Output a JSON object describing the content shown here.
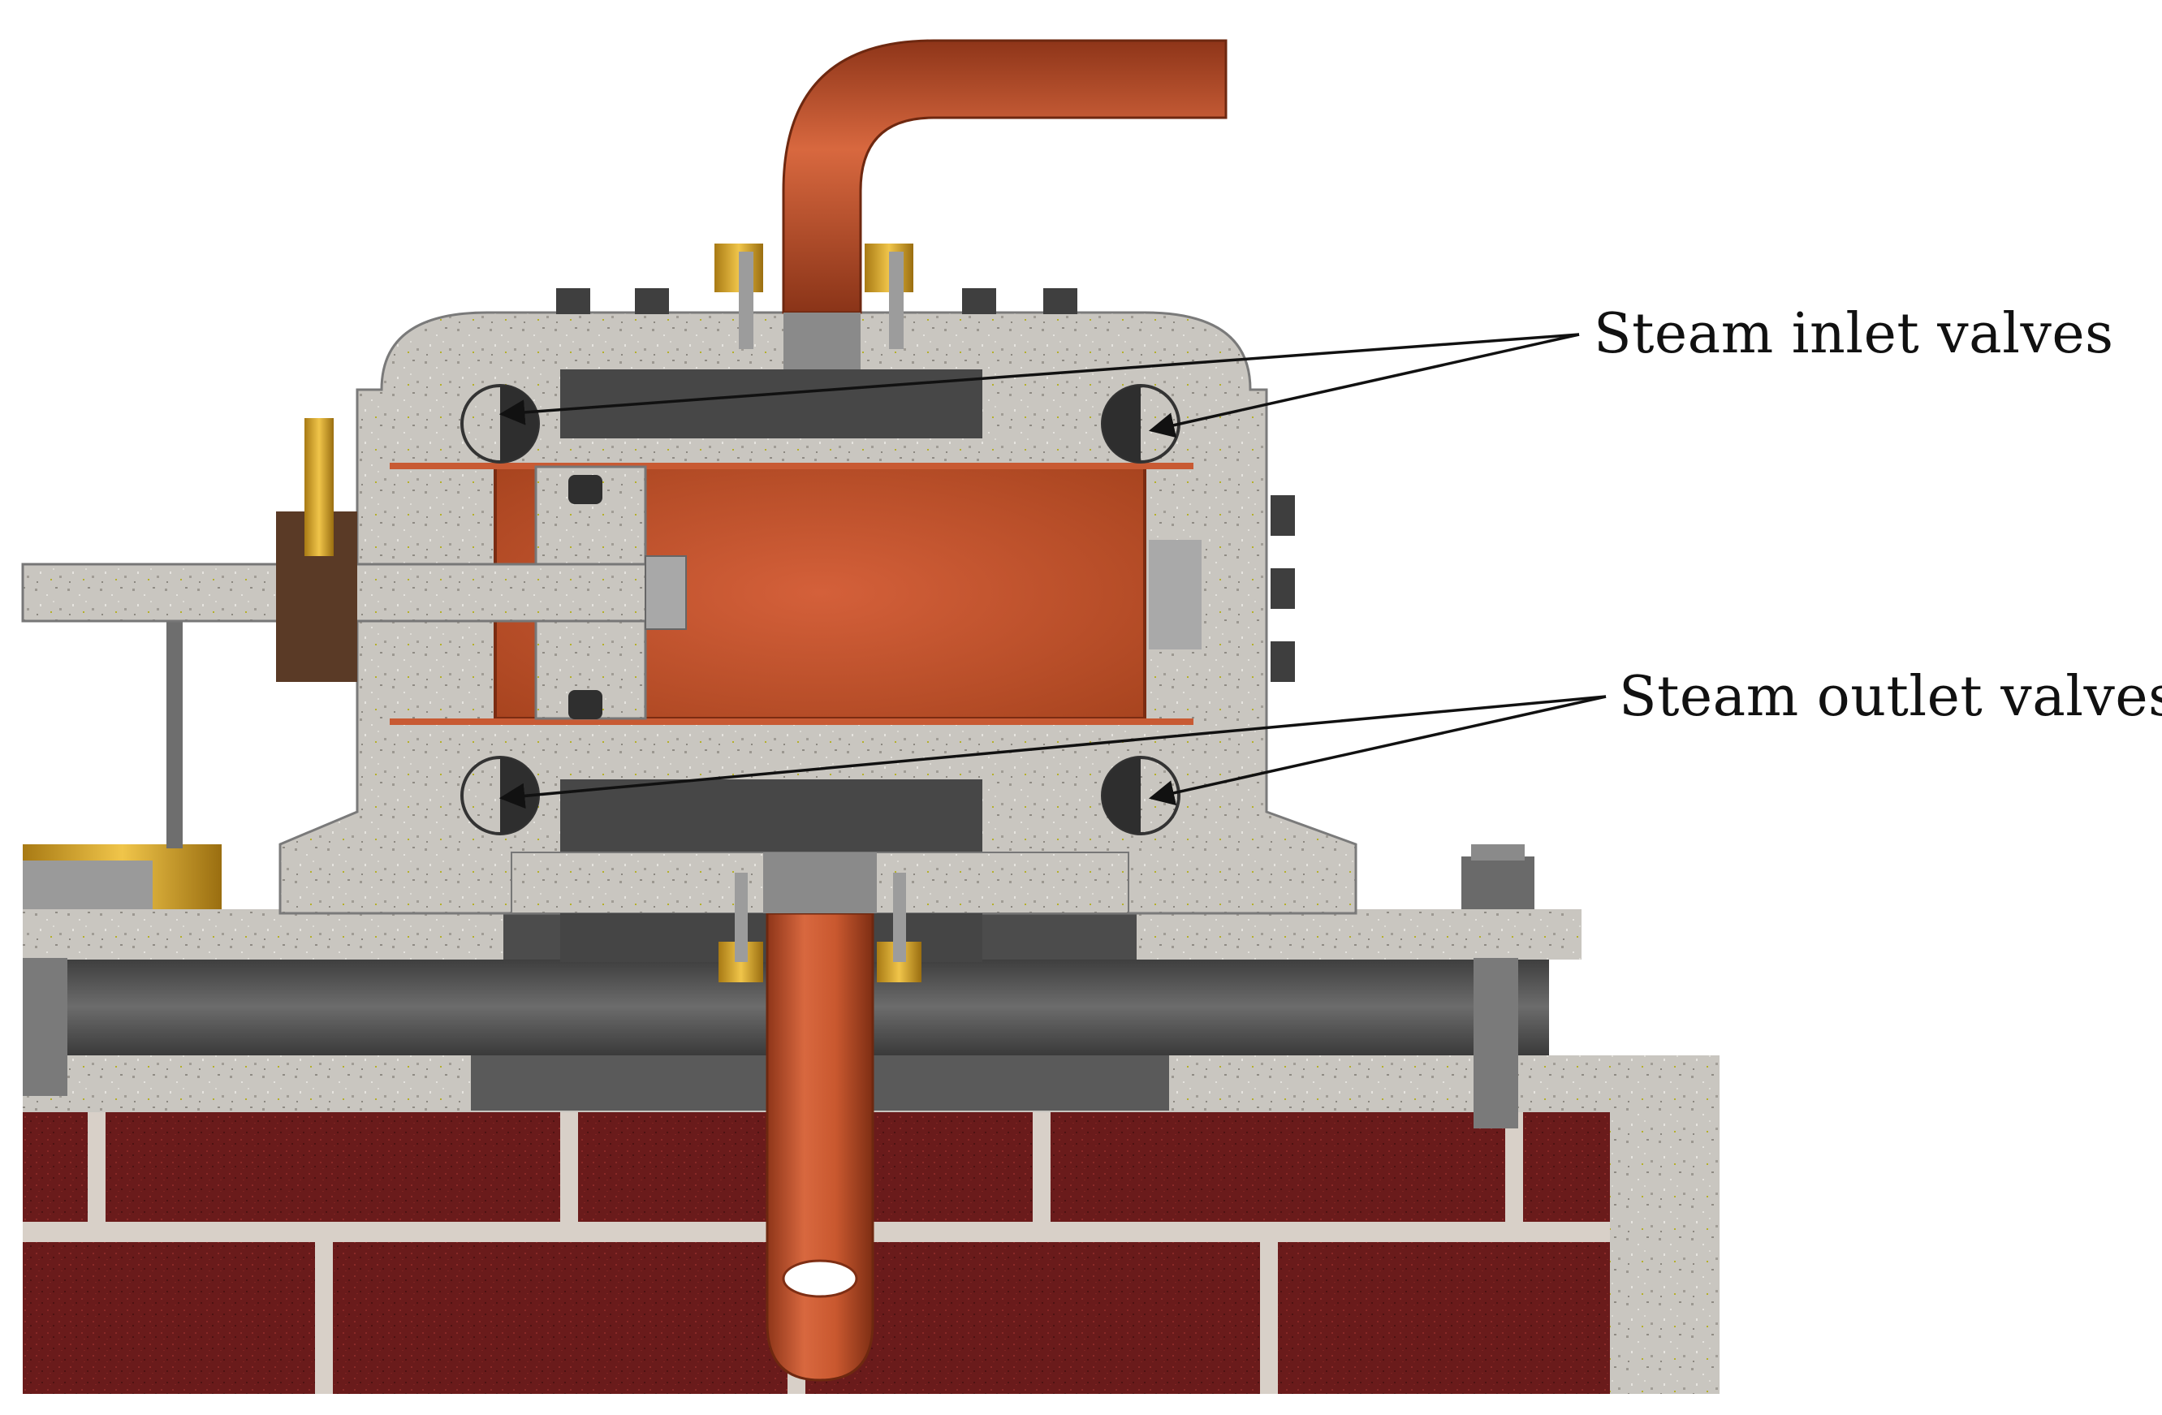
{
  "figure": {
    "labels": {
      "inlet": "Steam inlet valves",
      "outlet": "Steam outlet valves"
    },
    "parts": [
      "steam-inlet-pipe",
      "cylinder-head",
      "copper-cylinder-liner",
      "piston",
      "piston-rod",
      "steam-inlet-valves",
      "steam-outlet-valves",
      "steam-outlet-pipe",
      "base-plate",
      "brick-furnace"
    ],
    "colors": {
      "copper": "#b8502c",
      "copper_light": "#d9663f",
      "stone": "#c9c6c0",
      "steel_dark": "#4a4a4a",
      "brass": "#d6a32a",
      "brick": "#6b1c1c",
      "mortar": "#d8d0c8",
      "ink": "#111111"
    }
  }
}
